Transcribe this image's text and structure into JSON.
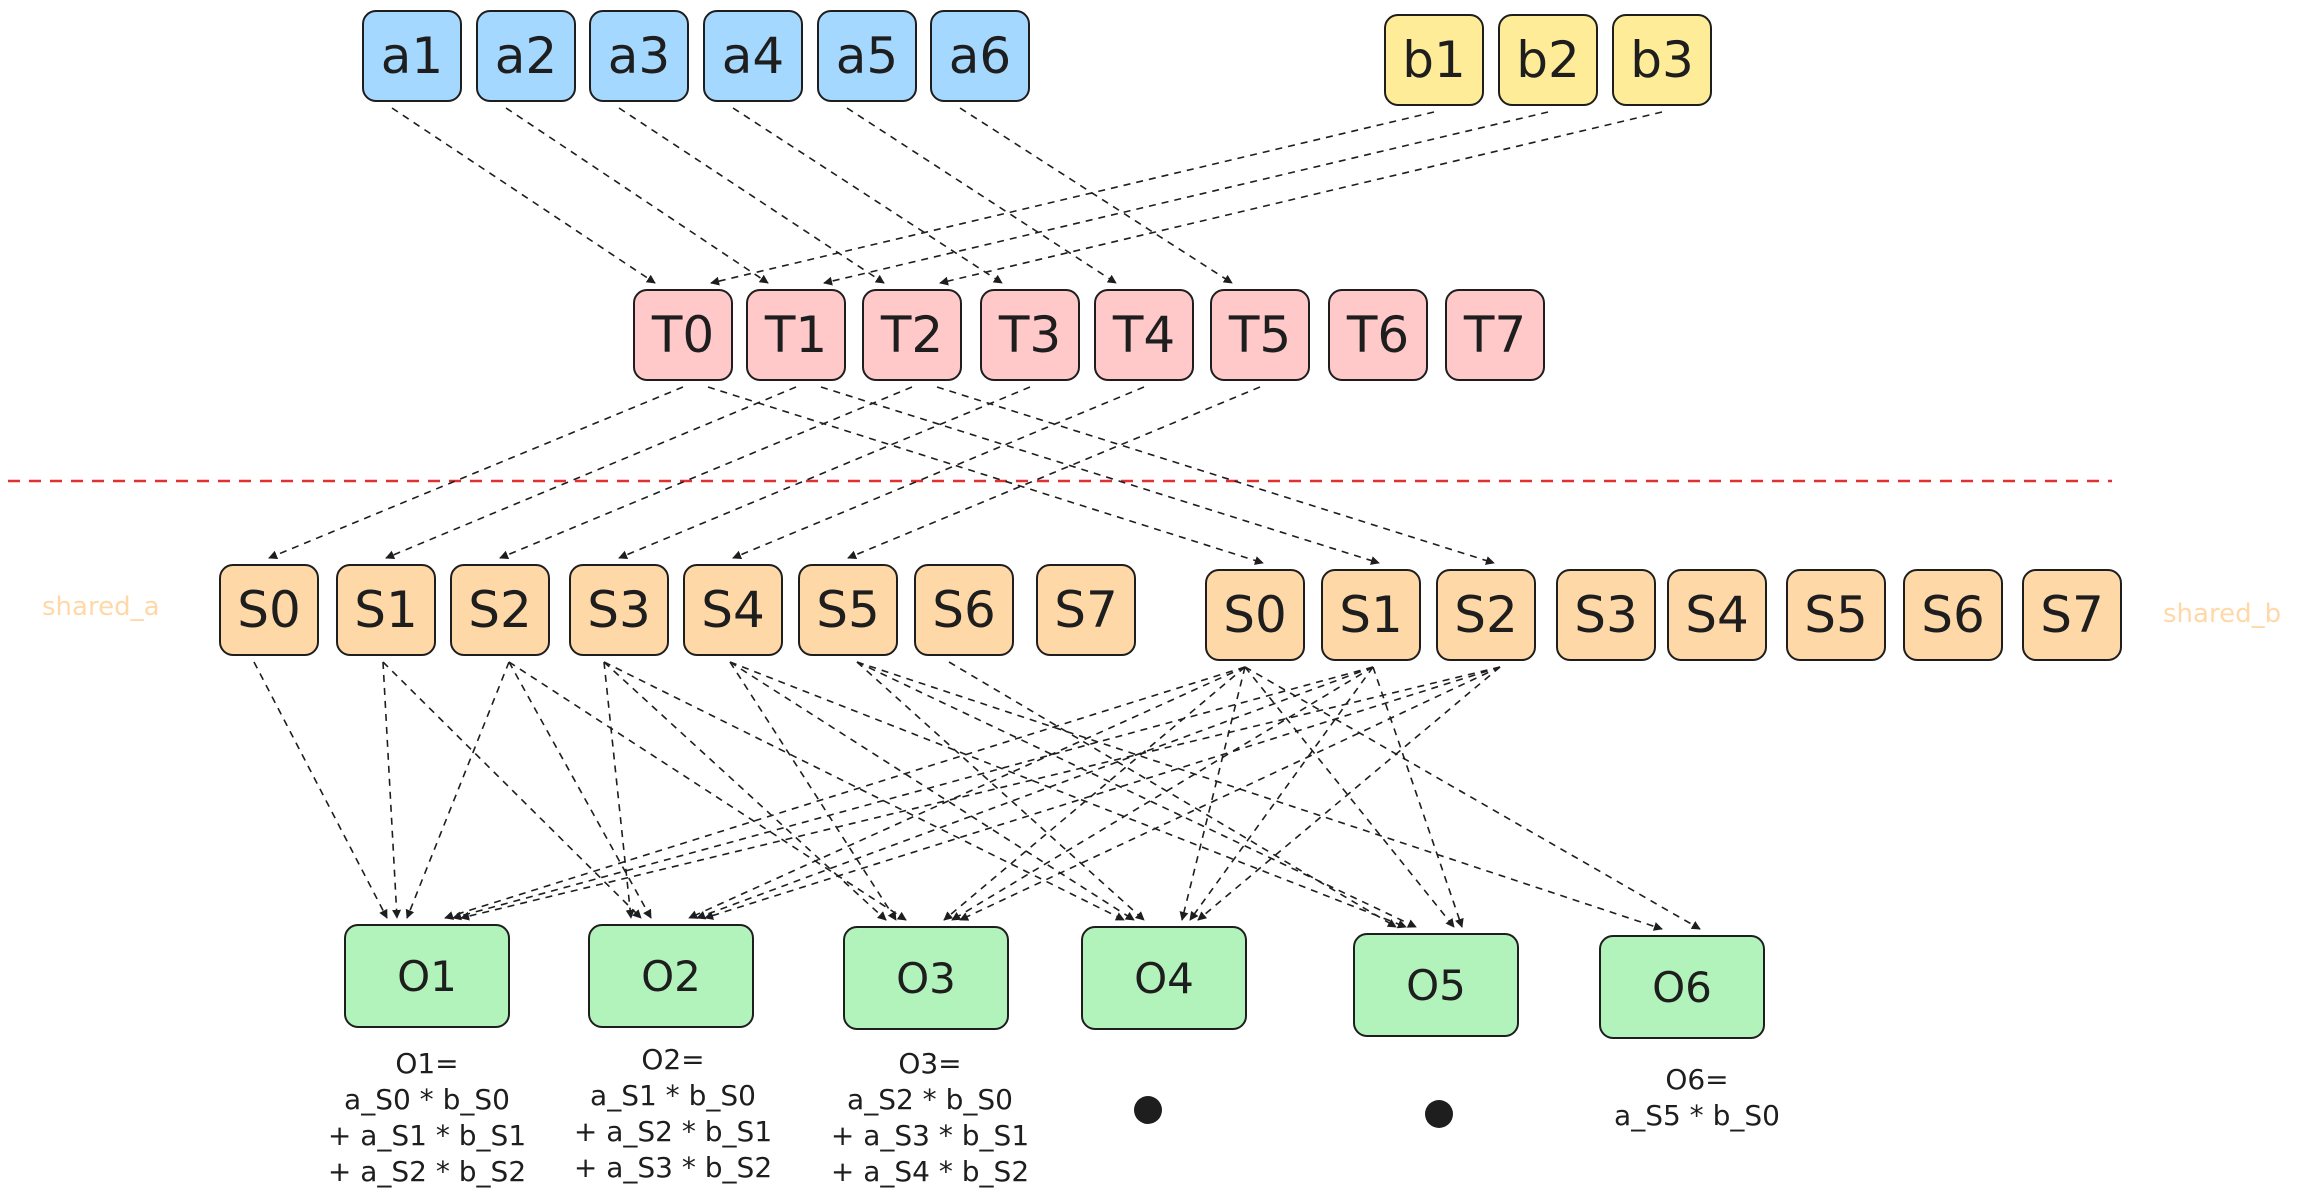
{
  "a_row": [
    "a1",
    "a2",
    "a3",
    "a4",
    "a5",
    "a6"
  ],
  "b_row": [
    "b1",
    "b2",
    "b3"
  ],
  "t_row": [
    "T0",
    "T1",
    "T2",
    "T3",
    "T4",
    "T5",
    "T6",
    "T7"
  ],
  "shared_a": {
    "label": "shared_a",
    "slots": [
      "S0",
      "S1",
      "S2",
      "S3",
      "S4",
      "S5",
      "S6",
      "S7"
    ]
  },
  "shared_b": {
    "label": "shared_b",
    "slots": [
      "S0",
      "S1",
      "S2",
      "S3",
      "S4",
      "S5",
      "S6",
      "S7"
    ]
  },
  "outputs": [
    "O1",
    "O2",
    "O3",
    "O4",
    "O5",
    "O6"
  ],
  "formulas": {
    "o1": [
      "O1=",
      "a_S0 * b_S0",
      "+ a_S1 * b_S1",
      "+ a_S2 * b_S2"
    ],
    "o2": [
      "O2=",
      "a_S1 * b_S0",
      "+ a_S2 * b_S1",
      "+ a_S3 * b_S2"
    ],
    "o3": [
      "O3=",
      "a_S2 * b_S0",
      "+ a_S3 * b_S1",
      "+ a_S4 * b_S2"
    ],
    "o6": [
      "O6=",
      "a_S5 * b_S0"
    ]
  },
  "colors": {
    "input_a": "#a5d8ff",
    "input_b": "#ffec99",
    "threads": "#ffc9c9",
    "shared": "#ffd8a8",
    "outputs": "#b2f2bb",
    "divider": "#e03131",
    "stroke": "#1e1e1e"
  },
  "connections": {
    "a_to_t": [
      [
        0,
        0
      ],
      [
        1,
        1
      ],
      [
        2,
        2
      ],
      [
        3,
        3
      ],
      [
        4,
        4
      ],
      [
        5,
        5
      ]
    ],
    "b_to_t": [
      [
        0,
        0
      ],
      [
        1,
        1
      ],
      [
        2,
        2
      ]
    ],
    "t_to_shared_a": [
      [
        0,
        0
      ],
      [
        1,
        1
      ],
      [
        2,
        2
      ],
      [
        3,
        3
      ],
      [
        4,
        4
      ],
      [
        5,
        5
      ]
    ],
    "t_to_shared_b": [
      [
        0,
        0
      ],
      [
        1,
        1
      ],
      [
        2,
        2
      ]
    ],
    "shared_a_to_out": [
      [
        0,
        0
      ],
      [
        1,
        0
      ],
      [
        2,
        0
      ],
      [
        1,
        1
      ],
      [
        2,
        1
      ],
      [
        3,
        1
      ],
      [
        2,
        2
      ],
      [
        3,
        2
      ],
      [
        4,
        2
      ],
      [
        3,
        3
      ],
      [
        4,
        3
      ],
      [
        5,
        3
      ],
      [
        4,
        4
      ],
      [
        5,
        4
      ],
      [
        6,
        4
      ],
      [
        5,
        5
      ]
    ],
    "shared_b_to_out": [
      [
        0,
        0
      ],
      [
        1,
        0
      ],
      [
        2,
        0
      ],
      [
        0,
        1
      ],
      [
        1,
        1
      ],
      [
        2,
        1
      ],
      [
        0,
        2
      ],
      [
        1,
        2
      ],
      [
        2,
        2
      ],
      [
        0,
        3
      ],
      [
        1,
        3
      ],
      [
        2,
        3
      ],
      [
        0,
        4
      ],
      [
        1,
        4
      ],
      [
        0,
        5
      ]
    ]
  }
}
